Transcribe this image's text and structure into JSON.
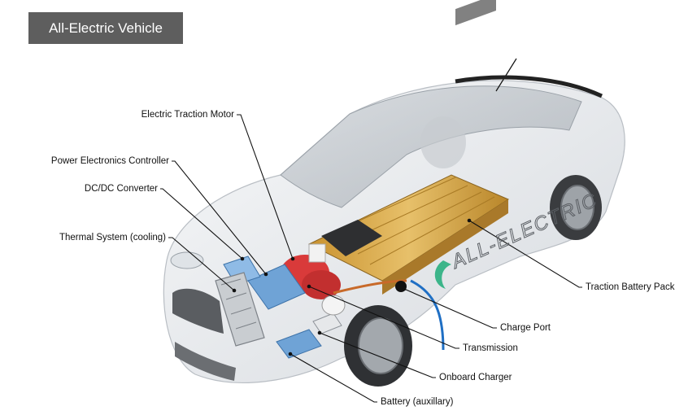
{
  "title": "All-Electric Vehicle",
  "watermark": "ALL-ELECTRIC",
  "labels": {
    "motor": "Electric Traction Motor",
    "power_electronics": "Power Electronics Controller",
    "dcdc": "DC/DC Converter",
    "thermal": "Thermal System (cooling)",
    "battery_pack": "Traction Battery Pack",
    "charge_port": "Charge Port",
    "transmission": "Transmission",
    "onboard_charger": "Onboard Charger",
    "aux_battery": "Battery (auxillary)"
  },
  "colors": {
    "badge_bg": "#5e5e5e",
    "battery": "#d8a94a",
    "motor": "#d93a3a",
    "converter": "#6fa3d6",
    "car_body": "#e9ecef",
    "charge_cable": "#1f6fc4"
  }
}
